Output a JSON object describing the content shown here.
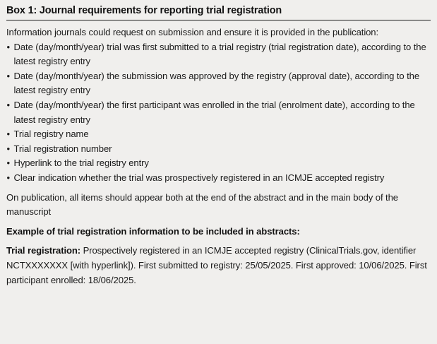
{
  "box": {
    "title": "Box 1: Journal requirements for reporting trial registration",
    "intro": "Information journals could request on submission and ensure it is provided in the publication:",
    "bullet_glyph": "•",
    "items": [
      "Date (day/month/year) trial was first submitted to a trial registry (trial registration date), according to the latest registry entry",
      "Date (day/month/year) the submission was approved by the registry (approval date), according to the latest registry entry",
      "Date (day/month/year) the first participant was enrolled in the trial (enrolment date), according to the latest registry entry",
      "Trial registry name",
      "Trial registration number",
      "Hyperlink to the trial registry entry",
      "Clear indication whether the trial was prospectively registered in an ICMJE accepted registry"
    ],
    "publication_note": "On publication, all items should appear both at the end of the abstract and in the main body of the manuscript",
    "example_heading": "Example of trial registration information to be included in abstracts:",
    "example_label": "Trial registration:",
    "example_text": " Prospectively registered in an ICMJE accepted registry (ClinicalTrials.gov, identifier NCTXXXXXXX [with hyperlink]). First submitted to registry: 25/05/2025. First approved: 10/06/2025. First participant enrolled: 18/06/2025."
  }
}
